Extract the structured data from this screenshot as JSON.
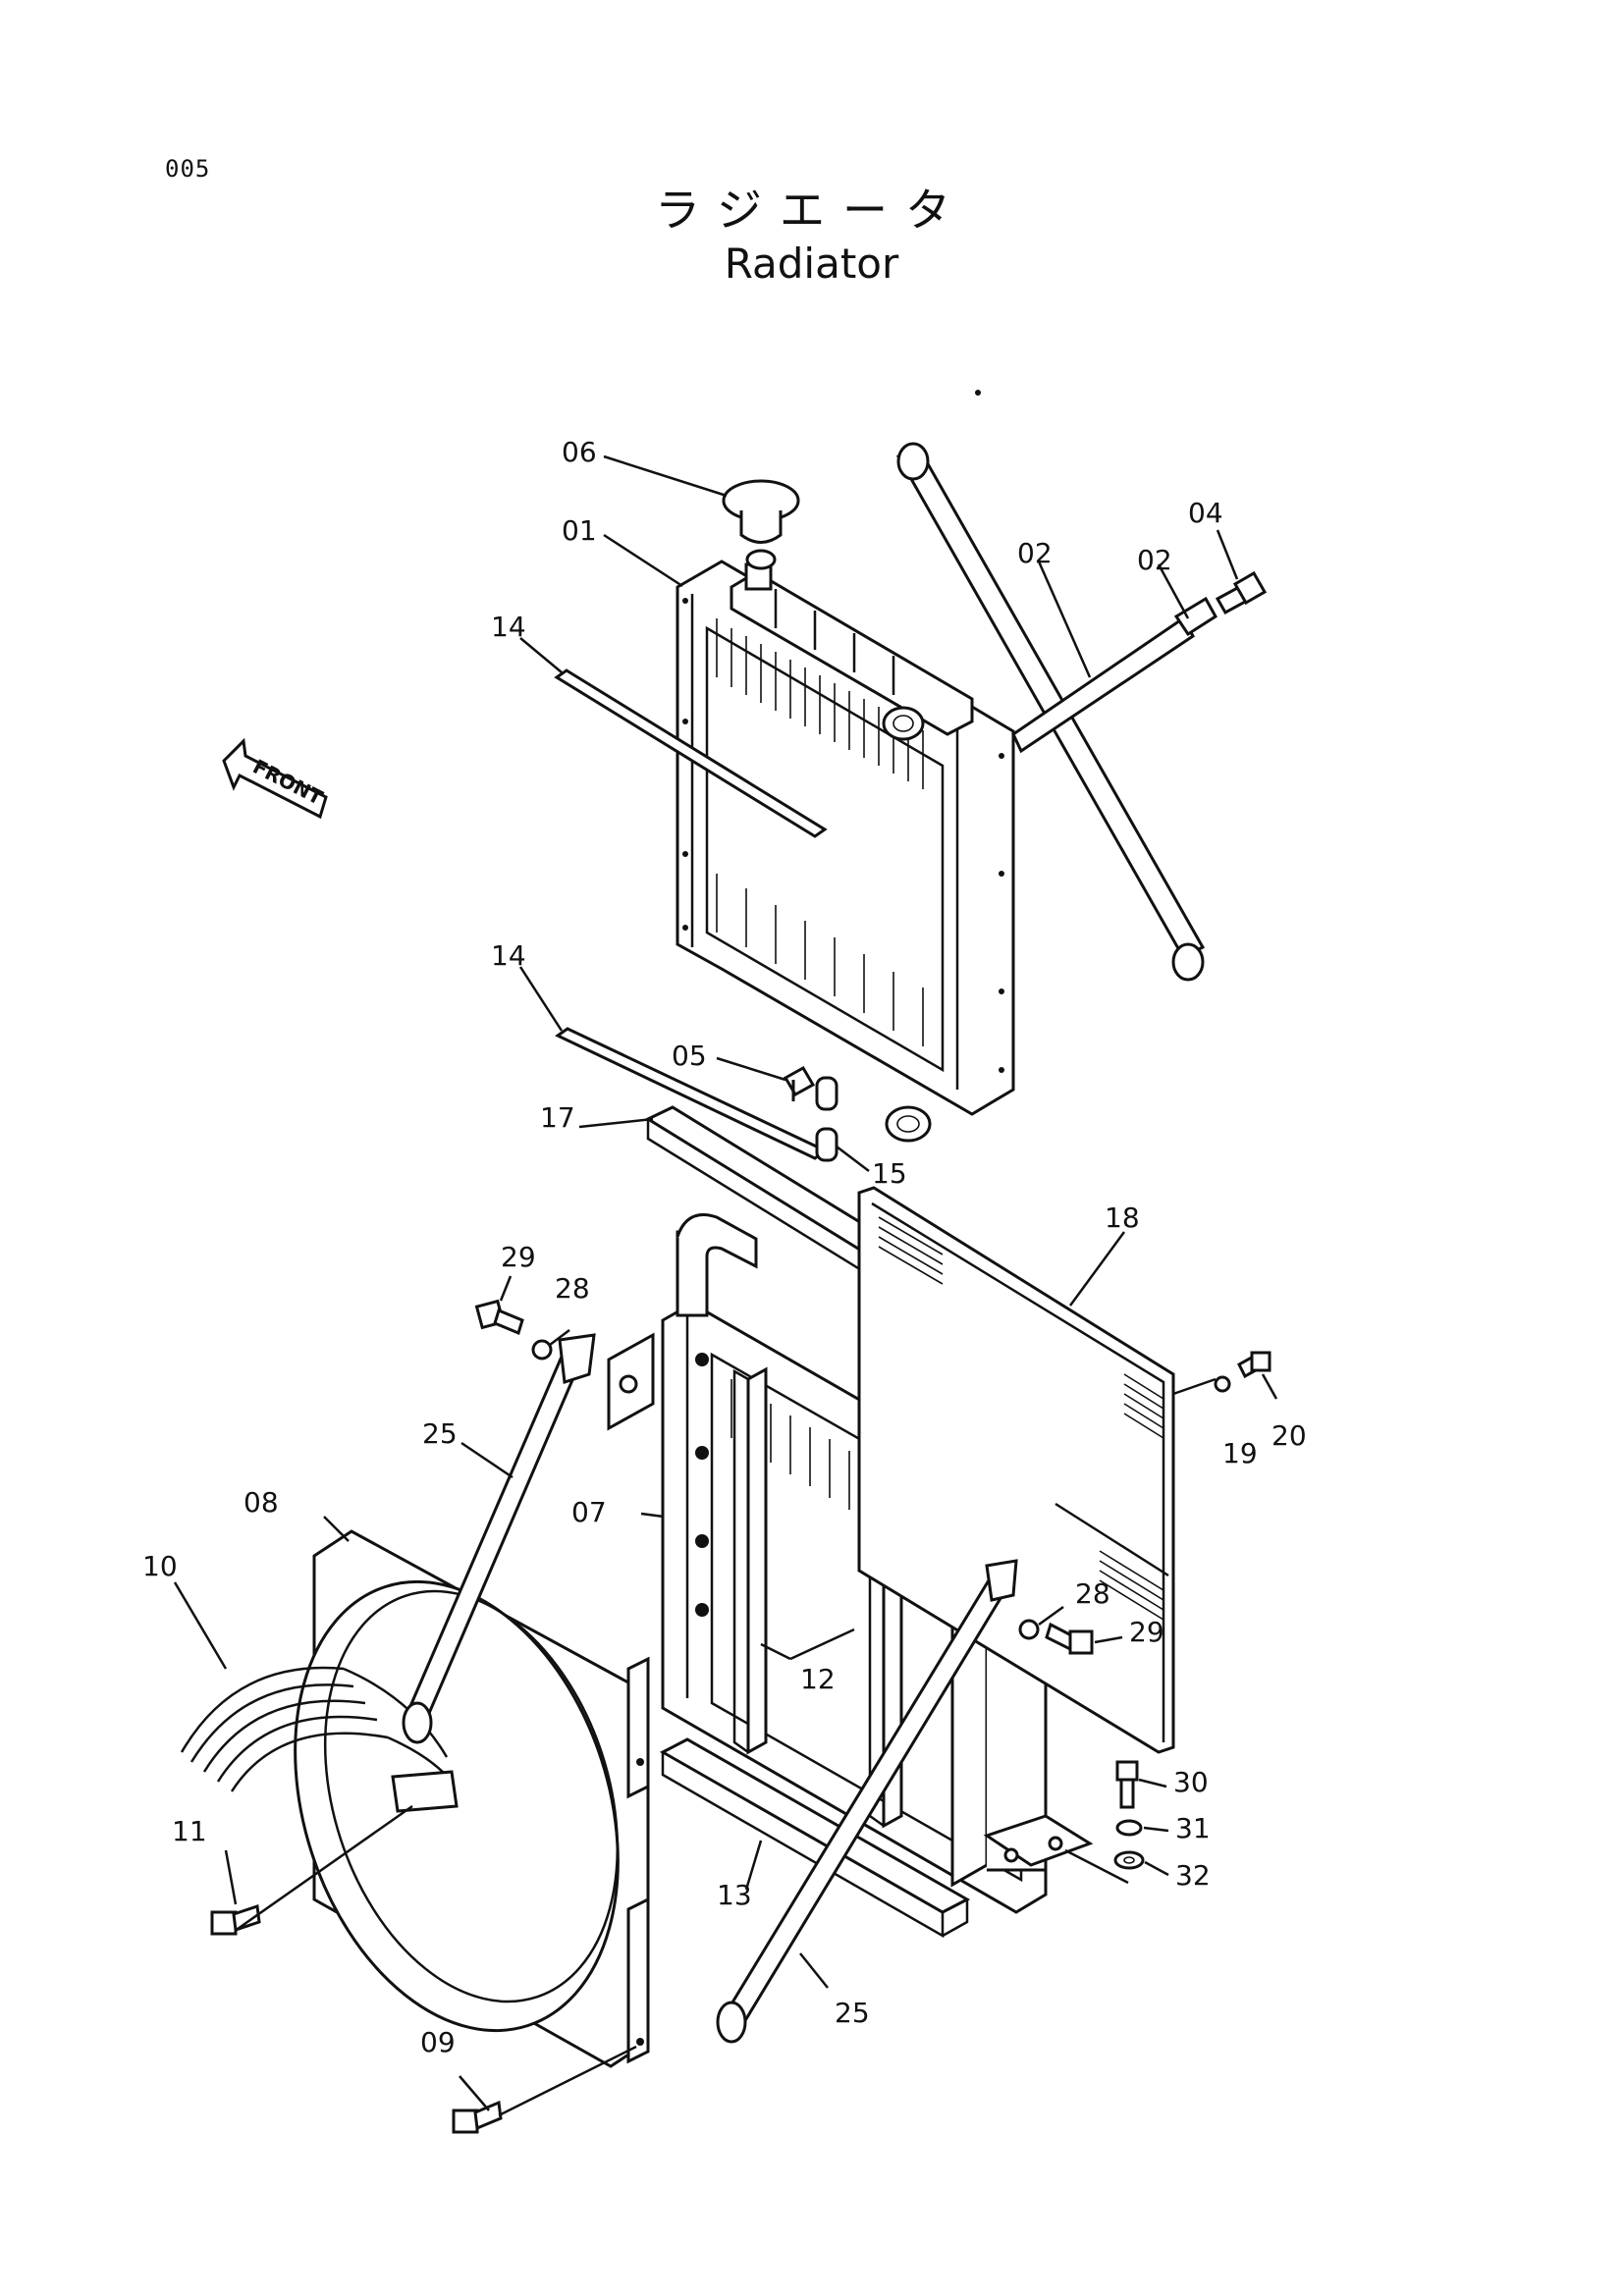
{
  "page_number": "005",
  "title_jp": "ラジエータ",
  "title_en": "Radiator",
  "front_label": "FRONT",
  "callouts": {
    "c01": "01",
    "c02a": "02",
    "c02b": "02",
    "c04": "04",
    "c05": "05",
    "c06": "06",
    "c07": "07",
    "c08": "08",
    "c09": "09",
    "c10": "10",
    "c11": "11",
    "c12": "12",
    "c13": "13",
    "c14a": "14",
    "c14b": "14",
    "c15": "15",
    "c17": "17",
    "c18": "18",
    "c19": "19",
    "c20": "20",
    "c25a": "25",
    "c25b": "25",
    "c28a": "28",
    "c28b": "28",
    "c29a": "29",
    "c29b": "29",
    "c30": "30",
    "c31": "31",
    "c32": "32"
  },
  "icons": {
    "front_arrow": "front-arrow-icon"
  }
}
